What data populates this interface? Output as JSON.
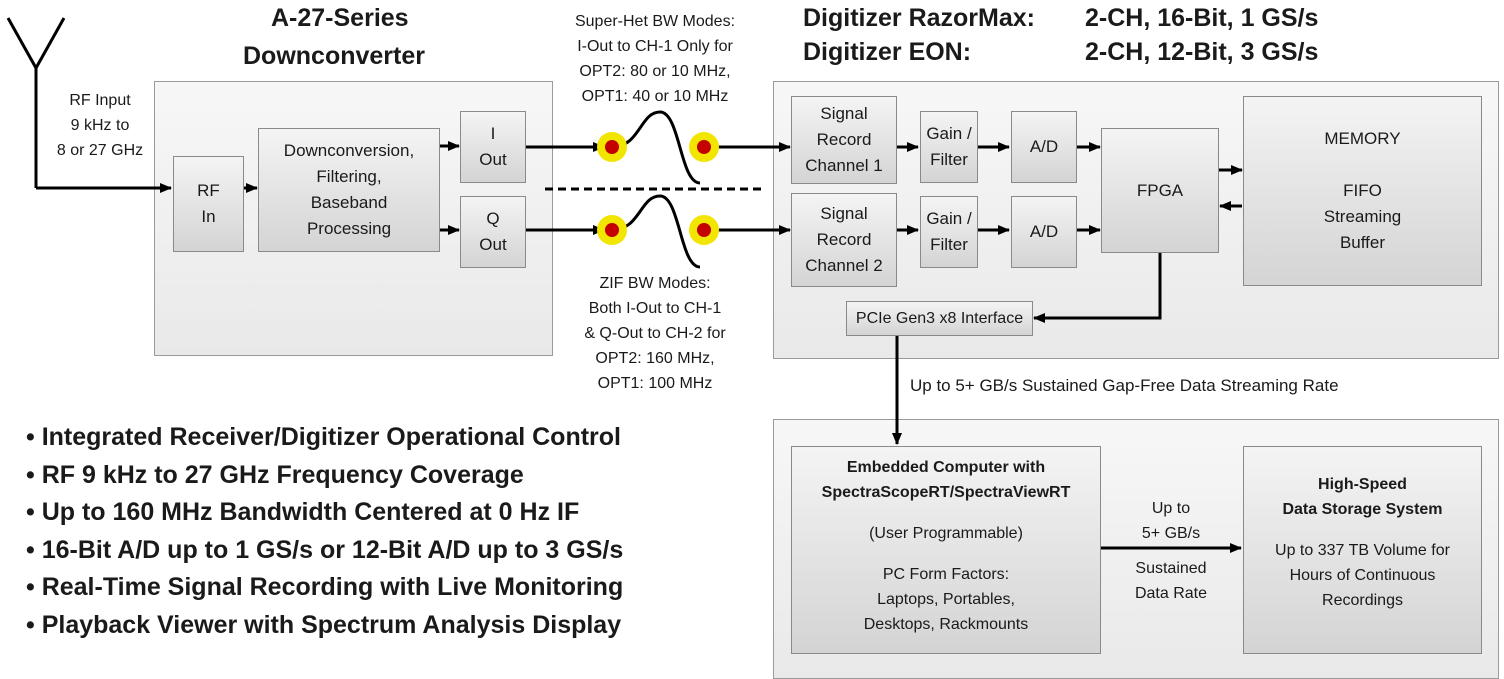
{
  "downconverter": {
    "title_line1": "A-27-Series",
    "title_line2": "Downconverter",
    "rf_input": [
      "RF Input",
      "9 kHz to",
      "8 or 27 GHz"
    ],
    "rf_in": [
      "RF",
      "In"
    ],
    "processing": [
      "Downconversion,",
      "Filtering,",
      "Baseband",
      "Processing"
    ],
    "i_out": [
      "I",
      "Out"
    ],
    "q_out": [
      "Q",
      "Out"
    ]
  },
  "modes": {
    "superhet": [
      "Super-Het BW Modes:",
      "I-Out to CH-1 Only for",
      "OPT2: 80 or 10 MHz,",
      "OPT1: 40 or 10 MHz"
    ],
    "zif": [
      "ZIF BW Modes:",
      "Both I-Out to CH-1",
      "& Q-Out to CH-2 for",
      "OPT2: 160 MHz,",
      "OPT1: 100 MHz"
    ]
  },
  "digitizer": {
    "razormax_name": "Digitizer RazorMax:",
    "razormax_spec": "2-CH, 16-Bit, 1 GS/s",
    "eon_name": "Digitizer EON:",
    "eon_spec": "2-CH, 12-Bit, 3 GS/s",
    "ch1": [
      "Signal",
      "Record",
      "Channel 1"
    ],
    "ch2": [
      "Signal",
      "Record",
      "Channel 2"
    ],
    "gain_filter": [
      "Gain /",
      "Filter"
    ],
    "ad": "A/D",
    "fpga": "FPGA",
    "memory": [
      "MEMORY",
      "",
      "FIFO",
      "Streaming",
      "Buffer"
    ],
    "pcie": "PCIe Gen3 x8 Interface"
  },
  "streaming_rate": "Up to 5+ GB/s Sustained Gap-Free Data Streaming Rate",
  "computer": {
    "title": [
      "Embedded Computer with",
      "SpectraScopeRT/SpectraViewRT"
    ],
    "programmable": "(User Programmable)",
    "form_factors": [
      "PC Form Factors:",
      "Laptops, Portables,",
      "Desktops, Rackmounts"
    ]
  },
  "link": {
    "above": [
      "Up to",
      "5+ GB/s"
    ],
    "below": [
      "Sustained",
      "Data Rate"
    ]
  },
  "storage": {
    "title": [
      "High-Speed",
      "Data Storage System"
    ],
    "desc": [
      "Up to 337 TB Volume for",
      "Hours of Continuous",
      "Recordings"
    ]
  },
  "bullets": [
    "• Integrated Receiver/Digitizer Operational Control",
    "• RF 9 kHz to 27 GHz Frequency Coverage",
    "• Up to 160 MHz Bandwidth Centered at 0 Hz IF",
    "• 16-Bit A/D up to 1 GS/s or 12-Bit A/D up to 3 GS/s",
    "• Real-Time Signal Recording with Live Monitoring",
    "• Playback Viewer with Spectrum Analysis Display"
  ],
  "colors": {
    "connector_outer": "#f2e600",
    "connector_inner": "#c40000",
    "line": "#000000"
  }
}
